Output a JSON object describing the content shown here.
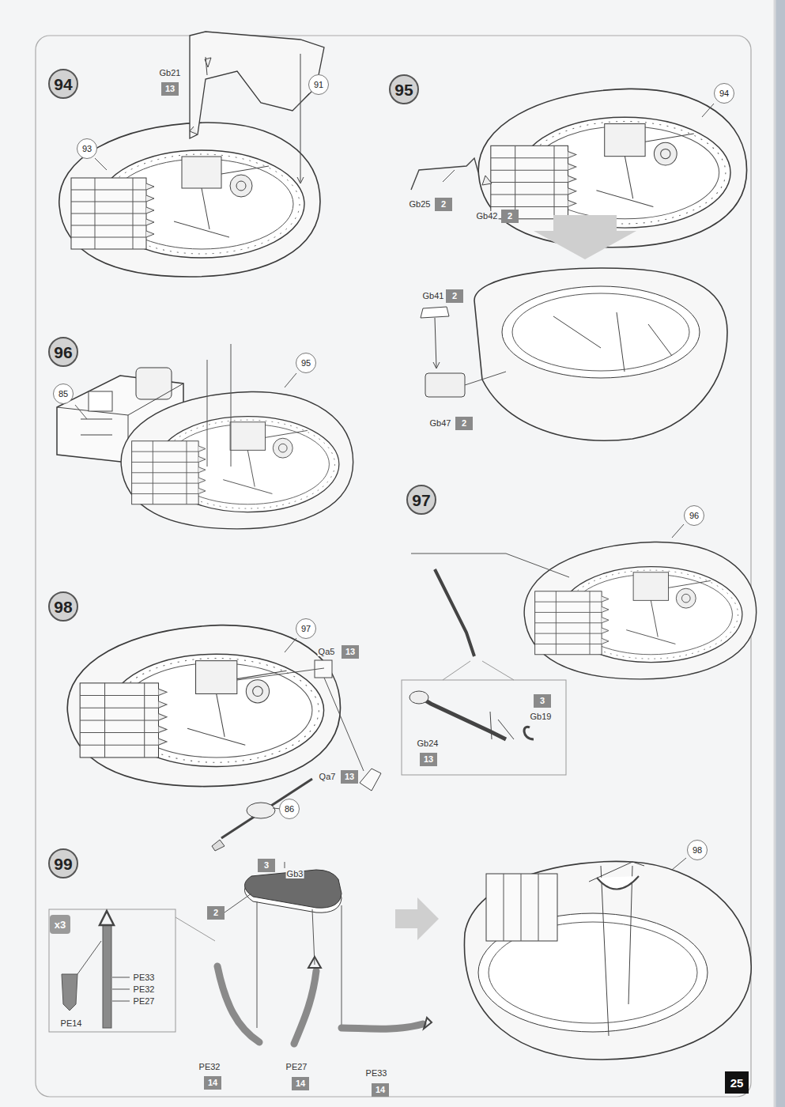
{
  "diagram": {
    "nodes": [
      {
        "text": [
          "94"
        ]
      },
      {
        "text": [
          "13"
        ]
      },
      {
        "text": [
          "91"
        ]
      },
      {
        "text": [
          "93"
        ]
      },
      {
        "text": [
          "95"
        ]
      },
      {
        "text": [
          "94"
        ]
      },
      {
        "text": [
          "2"
        ]
      },
      {
        "text": [
          "2"
        ]
      },
      {
        "text": [
          "2"
        ]
      },
      {
        "text": [
          "2"
        ]
      },
      {
        "text": [
          "96"
        ]
      },
      {
        "text": [
          "85"
        ]
      },
      {
        "text": [
          "95"
        ]
      },
      {
        "text": [
          "97"
        ]
      },
      {
        "text": [
          "96"
        ]
      },
      {
        "text": [
          "3"
        ]
      },
      {
        "text": [
          "13"
        ]
      },
      {
        "text": [
          "98"
        ]
      },
      {
        "text": [
          "97"
        ]
      },
      {
        "text": [
          "13"
        ]
      },
      {
        "text": [
          "13"
        ]
      },
      {
        "text": [
          "86"
        ]
      },
      {
        "text": [
          "99"
        ]
      },
      {
        "text": [
          "3"
        ]
      },
      {
        "text": [
          "2"
        ]
      },
      {
        "text": [
          "x3"
        ]
      },
      {
        "text": [
          "14"
        ]
      },
      {
        "text": [
          "14"
        ]
      },
      {
        "text": [
          "14"
        ]
      },
      {
        "text": [
          "98"
        ]
      },
      {
        "text": [
          "25"
        ]
      }
    ],
    "labels": [
      "Gb21",
      "Gb25",
      "Gb42",
      "Gb41",
      "Gb47",
      "Gb19",
      "Gb24",
      "Qa5",
      "Qa7",
      "Gb3",
      "PE33",
      "PE32",
      "PE27",
      "PE14",
      "PE32",
      "PE27",
      "PE33"
    ]
  }
}
